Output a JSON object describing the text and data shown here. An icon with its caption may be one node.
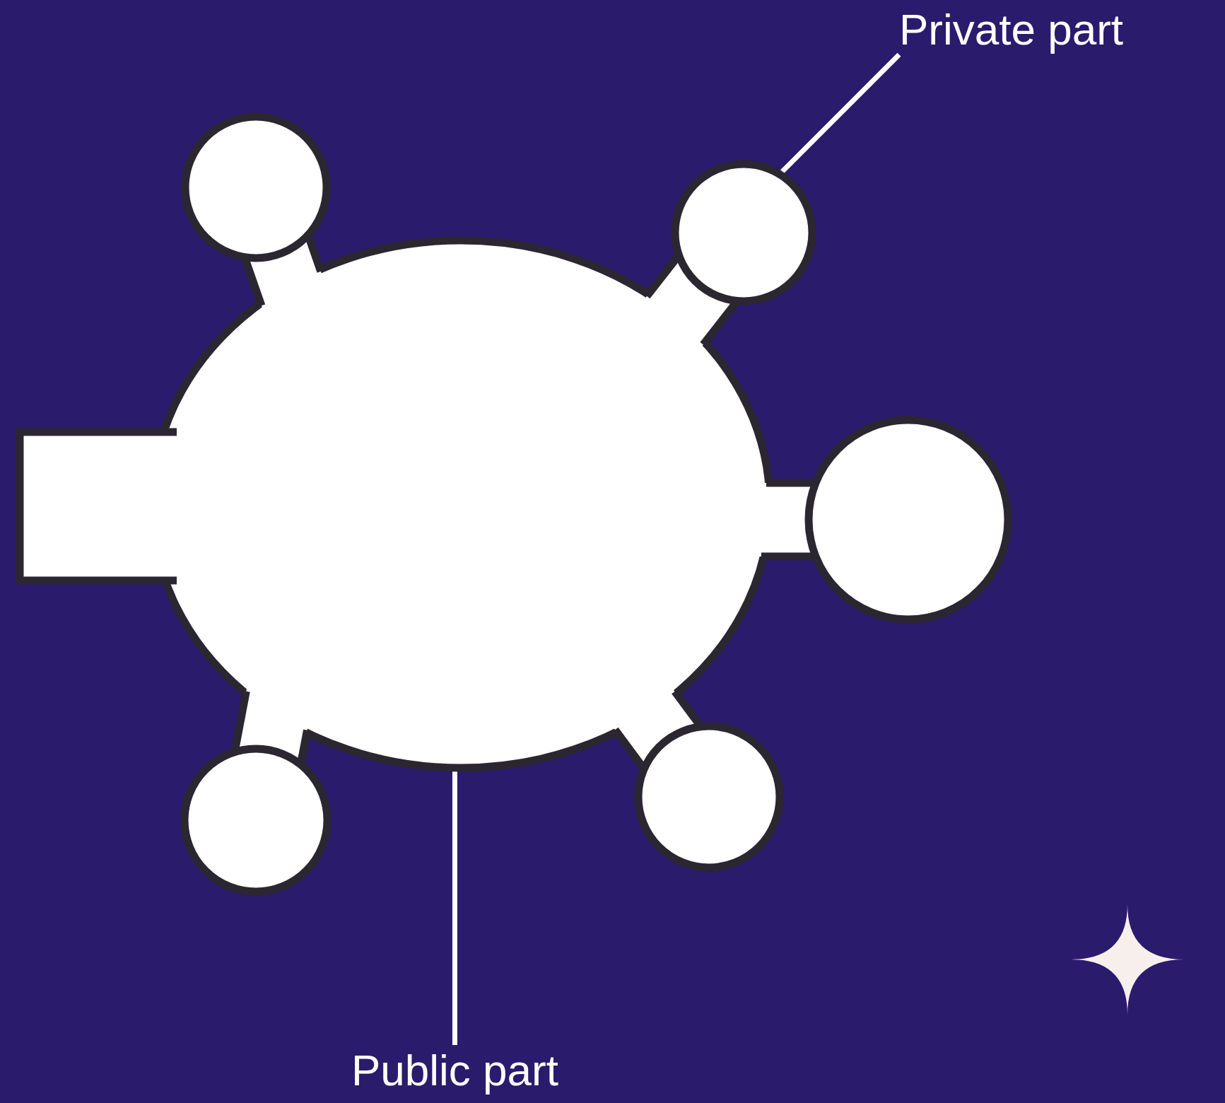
{
  "diagram": {
    "nodes": [
      {
        "text": [
          "Private part"
        ]
      },
      {
        "text": [],
        "shape": "ellipse"
      },
      {
        "text": [],
        "shape": "circle"
      },
      {
        "text": [],
        "shape": "circle"
      },
      {
        "text": [],
        "shape": "circle"
      },
      {
        "text": [],
        "shape": "circle"
      },
      {
        "text": [],
        "shape": "circle"
      },
      {
        "text": [
          "Public part"
        ]
      }
    ],
    "edges": [
      {
        "from": 0,
        "to": 3,
        "arrow": "none"
      },
      {
        "from": 7,
        "to": 1,
        "arrow": "none"
      }
    ]
  }
}
